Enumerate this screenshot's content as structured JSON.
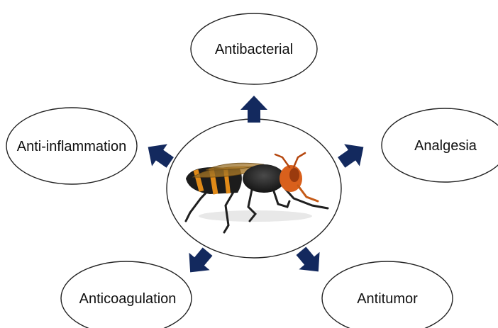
{
  "diagram": {
    "center_image": "hornet",
    "arrow_color": "#13295e",
    "outline_color": "#222222",
    "nodes": {
      "antibacterial": "Antibacterial",
      "analgesia": "Analgesia",
      "anti_inflammation": "Anti-inflammation",
      "anticoagulation": "Anticoagulation",
      "antitumor": "Antitumor"
    }
  }
}
